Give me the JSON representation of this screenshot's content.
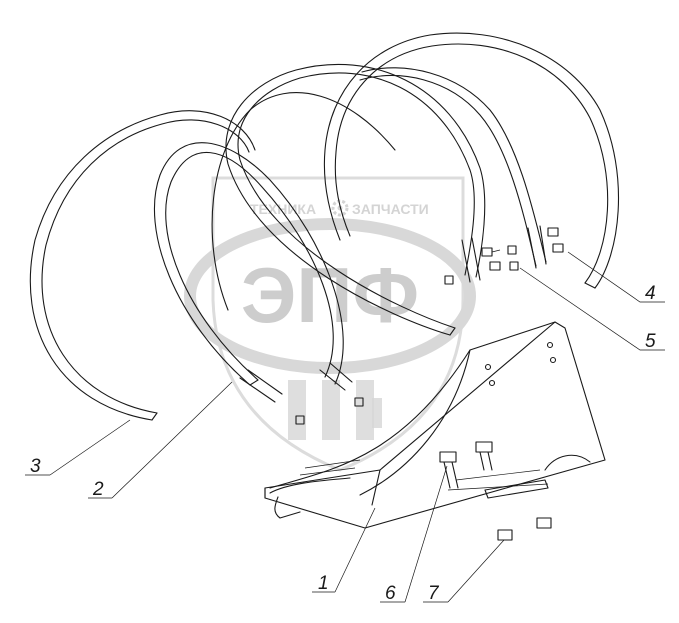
{
  "watermark": {
    "top_text_left": "ТЕХНИКА",
    "top_text_right": "ЗАПЧАСТИ",
    "logo": "ЭПФ",
    "gear_icon": "gear-icon",
    "color": "#d4d4d4"
  },
  "callouts": [
    {
      "id": "1",
      "label": "1"
    },
    {
      "id": "2",
      "label": "2"
    },
    {
      "id": "3",
      "label": "3"
    },
    {
      "id": "4",
      "label": "4"
    },
    {
      "id": "5",
      "label": "5"
    },
    {
      "id": "6",
      "label": "6"
    },
    {
      "id": "7",
      "label": "7"
    }
  ],
  "line_color": "#1a1a1a"
}
